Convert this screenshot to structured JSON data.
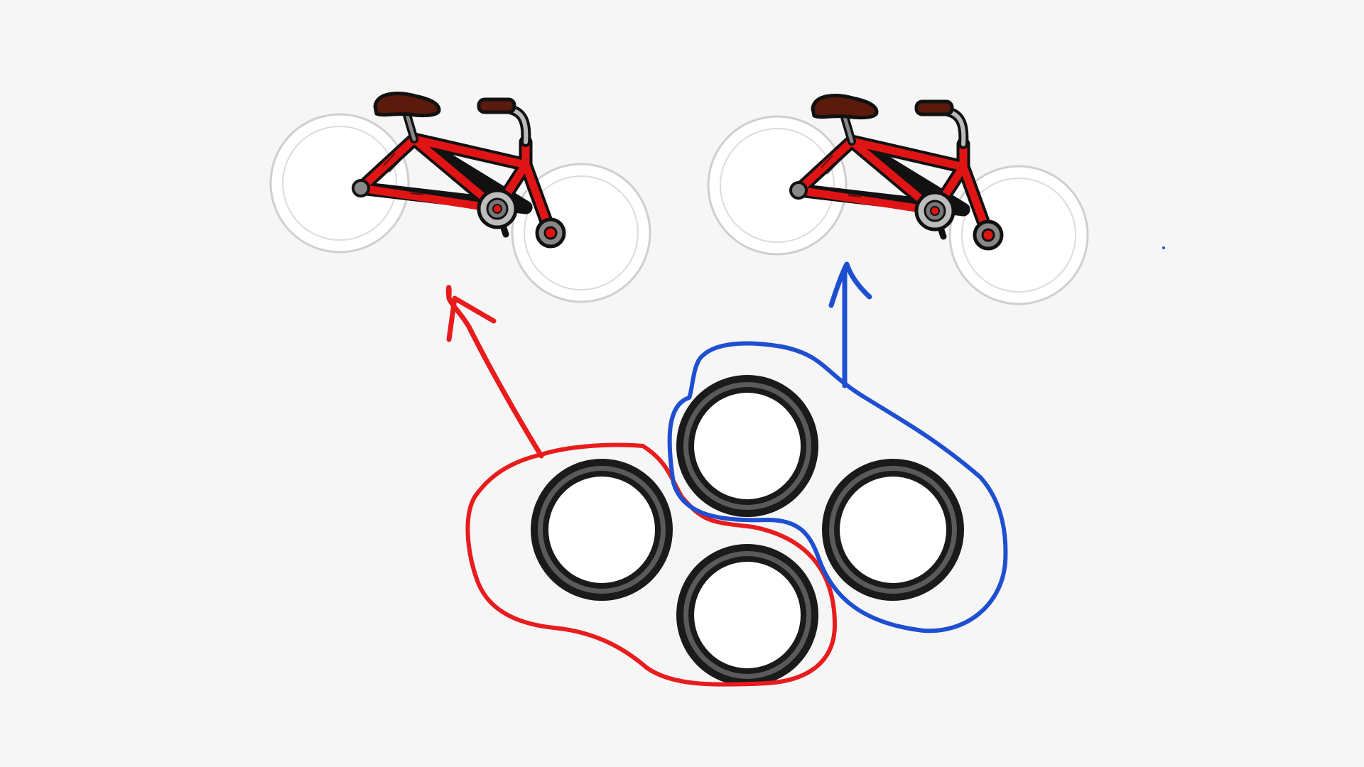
{
  "colors": {
    "background": "#f6f6f6",
    "frame": "#e01414",
    "frame_outline": "#111111",
    "saddle": "#5a1a0c",
    "ghost_wheel": "#cfcfcf",
    "tire_outer": "#1a1a1a",
    "tire_inner": "#5a5a5a",
    "group_left": "#e81c1c",
    "group_right": "#1f4fd1"
  },
  "icons": {
    "bicycle_left": "bicycle-icon",
    "bicycle_right": "bicycle-icon",
    "wheel": "tire-icon",
    "arrow_left": "arrow-up-icon",
    "arrow_right": "arrow-up-icon"
  },
  "groups": [
    {
      "name": "left-group",
      "color": "#e81c1c",
      "wheel_count": 2,
      "target": "left-bicycle"
    },
    {
      "name": "right-group",
      "color": "#1f4fd1",
      "wheel_count": 2,
      "target": "right-bicycle"
    }
  ],
  "wheel_total": 4,
  "bicycle_total": 2
}
